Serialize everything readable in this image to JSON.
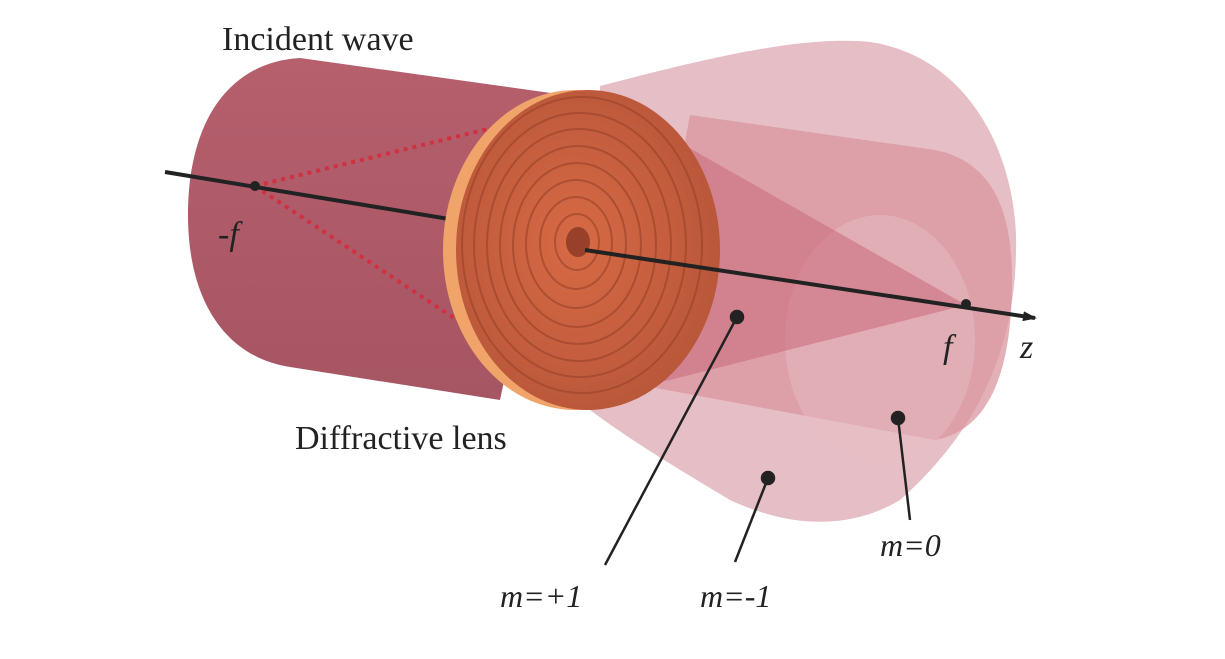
{
  "labels": {
    "incident_wave": "Incident wave",
    "diffractive_lens": "Diffractive lens",
    "neg_focus": "-f",
    "focus": "f",
    "axis": "z",
    "order_plus1": "m=+1",
    "order_minus1": "m=-1",
    "order_zero": "m=0"
  },
  "colors": {
    "incident_beam": "#b35d6c",
    "lens_face": "#c8623f",
    "lens_rim": "#f0a46a",
    "diffracted_light": "#e6b4bd",
    "focus_lines": "#d0303f",
    "axis": "#222222"
  }
}
